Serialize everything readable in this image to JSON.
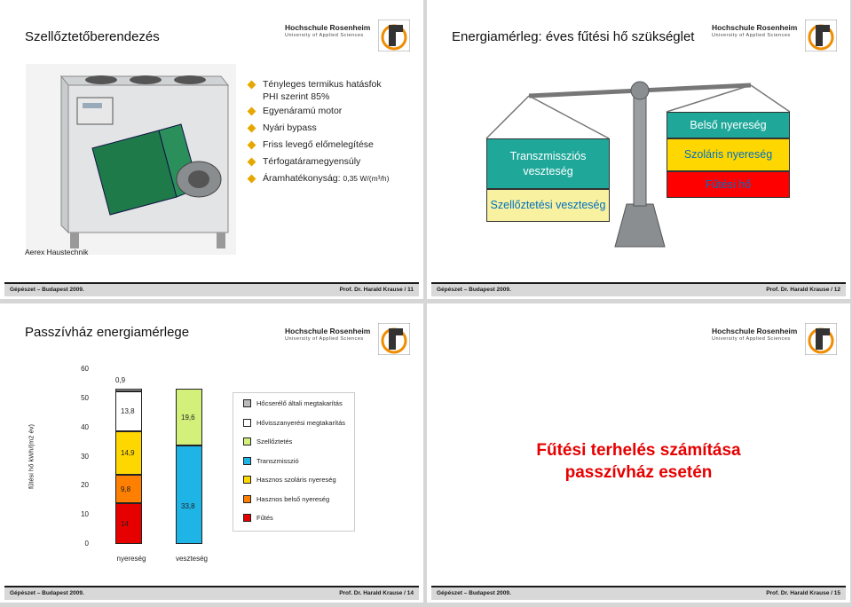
{
  "brand": {
    "name": "Hochschule Rosenheim",
    "sub": "University of Applied Sciences"
  },
  "slide11": {
    "title": "Szellőztetőberendezés",
    "bullets": [
      "Tényleges termikus hatásfok",
      "PHI szerint 85%",
      "Egyenáramú motor",
      "Nyári bypass",
      "Friss levegő előmelegítése",
      "Térfogatáramegyensúly"
    ],
    "bullet_last_label": "Áramhatékonyság:",
    "bullet_last_value": "0,35 W/(m³/h)",
    "caption": "Aerex Haustechnik",
    "footer_left": "Gépészet – Budapest 2009.",
    "footer_right": "Prof. Dr. Harald Krause / 11"
  },
  "slide12": {
    "title": "Energiamérleg: éves fűtési hő szükséglet",
    "left_boxes": [
      "Transzmissziós veszteség",
      "Szellőztetési veszteség"
    ],
    "right_boxes": [
      "Belső nyereség",
      "Szoláris nyereség",
      "Fűtési hő"
    ],
    "footer_left": "Gépészet – Budapest 2009.",
    "footer_right": "Prof. Dr. Harald Krause / 12"
  },
  "slide14": {
    "title": "Passzívház energiamérlege",
    "footer_left": "Gépészet – Budapest 2009.",
    "footer_right": "Prof. Dr. Harald Krause / 14"
  },
  "chart_data": {
    "type": "bar",
    "stacked": true,
    "ylabel": "fűtési hő kWh/(m2 év)",
    "ylim": [
      0,
      60
    ],
    "yticks": [
      0,
      10,
      20,
      30,
      40,
      50,
      60
    ],
    "categories": [
      "nyereség",
      "veszteség"
    ],
    "series": [
      {
        "name": "Fűtés",
        "color": "#e60000",
        "values": [
          14,
          0
        ],
        "label": "14"
      },
      {
        "name": "Hasznos belső nyereség",
        "color": "#ff7f00",
        "values": [
          9.8,
          0
        ],
        "label": "9,8"
      },
      {
        "name": "Hasznos szoláris nyereség",
        "color": "#ffd700",
        "values": [
          14.9,
          0
        ],
        "label": "14,9"
      },
      {
        "name": "Transzmisszió",
        "color": "#1eb4e6",
        "values": [
          0,
          33.8
        ],
        "label": "33,8"
      },
      {
        "name": "Szellőztetés",
        "color": "#d2f07a",
        "values": [
          0,
          19.6
        ],
        "label": "19,6"
      },
      {
        "name": "Hővisszanyerési megtakarítás",
        "color": "#ffffff",
        "values": [
          13.8,
          0
        ],
        "label": "13,8"
      },
      {
        "name": "Hőcserélő általi megtakarítás",
        "color": "#bbbbbb",
        "values": [
          0.9,
          0
        ],
        "label": "0,9"
      }
    ],
    "legend_order": [
      "Hőcserélő általi megtakarítás",
      "Hővisszanyerési megtakarítás",
      "Szellőztetés",
      "Transzmisszió",
      "Hasznos szoláris nyereség",
      "Hasznos belső nyereség",
      "Fűtés"
    ]
  },
  "slide15": {
    "heading_lines": [
      "Fűtési terhelés számítása",
      "passzívház esetén"
    ],
    "footer_left": "Gépészet – Budapest 2009.",
    "footer_right": "Prof. Dr. Harald Krause / 15"
  }
}
